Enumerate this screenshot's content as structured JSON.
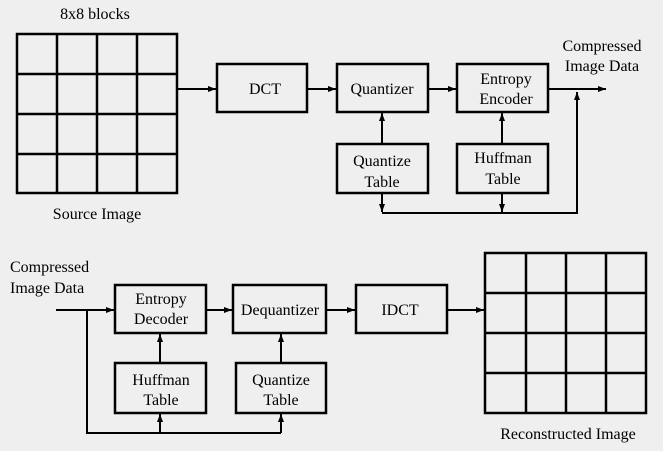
{
  "encoder": {
    "grid_label": "8x8 blocks",
    "source_label": "Source Image",
    "dct": "DCT",
    "quantizer": "Quantizer",
    "entropy_encoder": [
      "Entropy",
      "Encoder"
    ],
    "quantize_table": [
      "Quantize",
      "Table"
    ],
    "huffman_table": [
      "Huffman",
      "Table"
    ],
    "output_label": [
      "Compressed",
      "Image Data"
    ]
  },
  "decoder": {
    "input_label": [
      "Compressed",
      "Image Data"
    ],
    "entropy_decoder": [
      "Entropy",
      "Decoder"
    ],
    "dequantizer": "Dequantizer",
    "idct": "IDCT",
    "huffman_table": [
      "Huffman",
      "Table"
    ],
    "quantize_table": [
      "Quantize",
      "Table"
    ],
    "output_label": "Reconstructed Image"
  },
  "colors": {
    "background": "#efefef",
    "stroke": "#000000"
  }
}
